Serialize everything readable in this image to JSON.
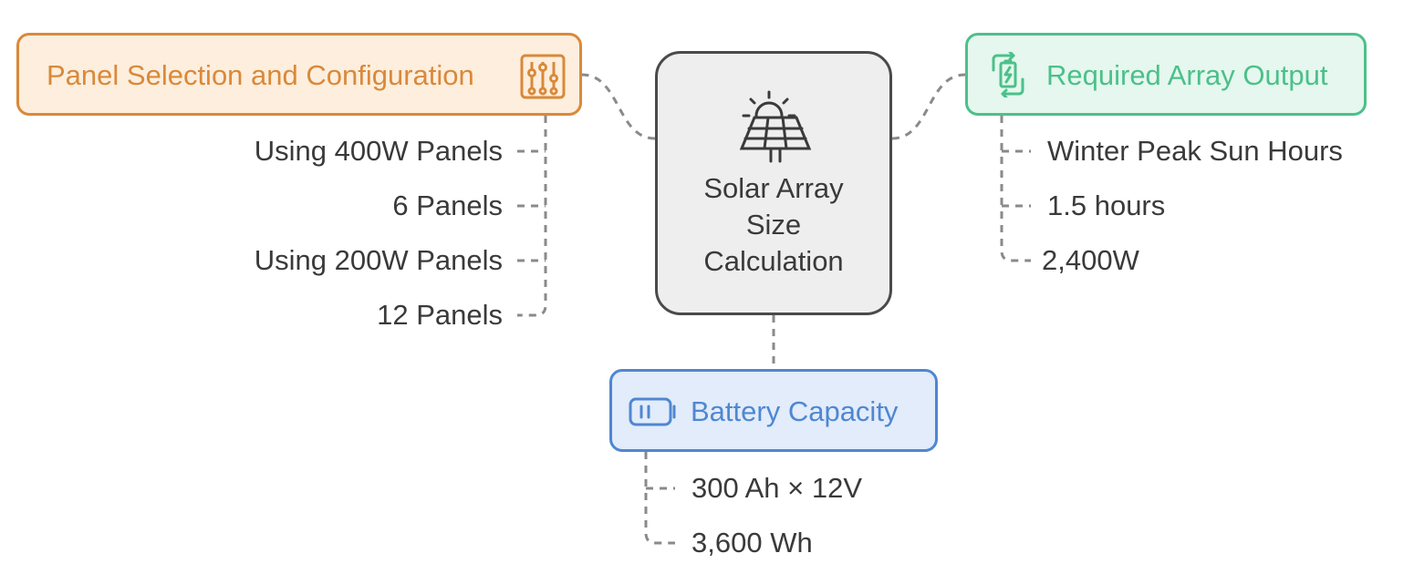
{
  "center": {
    "title_lines": [
      "Solar Array",
      "Size",
      "Calculation"
    ],
    "icon": "solar-panel-icon"
  },
  "panel_selection": {
    "title": "Panel Selection and Configuration",
    "icon": "sliders-icon",
    "items": [
      "Using 400W Panels",
      "6 Panels",
      "Using 200W Panels",
      "12 Panels"
    ]
  },
  "required_output": {
    "title": "Required Array Output",
    "icon": "battery-recycle-icon",
    "items": [
      "Winter Peak Sun Hours",
      "1.5 hours",
      "2,400W"
    ]
  },
  "battery_capacity": {
    "title": "Battery Capacity",
    "icon": "battery-icon",
    "items": [
      "300 Ah × 12V",
      "3,600 Wh"
    ]
  },
  "colors": {
    "orange_stroke": "#d9893a",
    "orange_fill": "#fdeedd",
    "green_stroke": "#4cc08a",
    "green_fill": "#e5f7ee",
    "blue_stroke": "#4f87d1",
    "blue_fill": "#e2ecfa",
    "center_stroke": "#4a4a4a",
    "center_fill": "#eeeeee",
    "connector": "#8a8a8a"
  }
}
